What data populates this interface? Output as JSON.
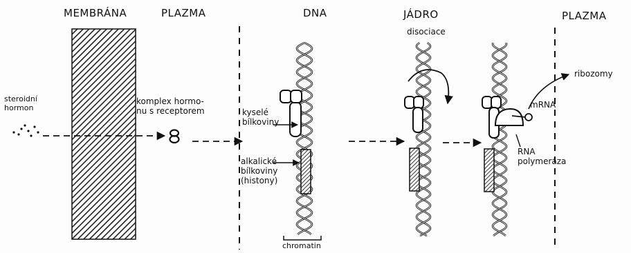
{
  "headings": {
    "membrane": "MEMBRÁNA",
    "plasma_left": "PLAZMA",
    "dna": "DNA",
    "nucleus": "JÁDRO",
    "plasma_right": "PLAZMA"
  },
  "labels": {
    "steroid_hormone": "steroidní\nhormon",
    "hormone_receptor_complex": "komplex hormo-\nnu s receptorem",
    "acidic_proteins": "kyselé\nbílkoviny",
    "alkaline_proteins": "alkalické\nbílkoviny\n(histony)",
    "chromatin": "chromatin",
    "dissociation": "disociace",
    "ribosomes": "ribozomy",
    "mrna": "mRNA",
    "rna_polymerase": "RNA\npolymeráza"
  },
  "colors": {
    "ink": "#111111",
    "membrane_hatch": "#222222",
    "background": "#fdfdfd"
  }
}
